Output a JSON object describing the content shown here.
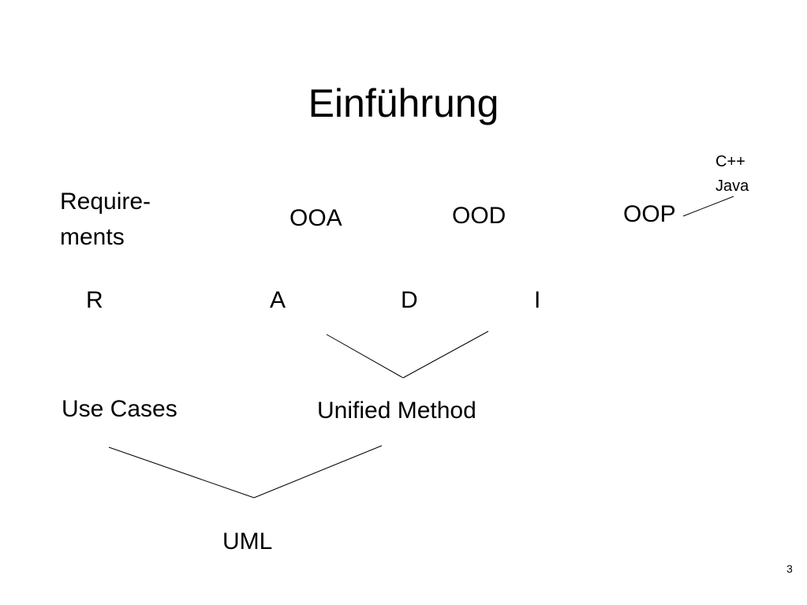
{
  "slide": {
    "title": "Einführung",
    "page_number": "3"
  },
  "diagram": {
    "requirements_line1": "Require-",
    "requirements_line2": "ments",
    "ooa": "OOA",
    "ood": "OOD",
    "oop": "OOP",
    "lang_cpp": "C++",
    "lang_java": "Java",
    "letter_r": "R",
    "letter_a": "A",
    "letter_d": "D",
    "letter_i": "I",
    "use_cases": "Use Cases",
    "unified_method": "Unified Method",
    "uml": "UML"
  }
}
